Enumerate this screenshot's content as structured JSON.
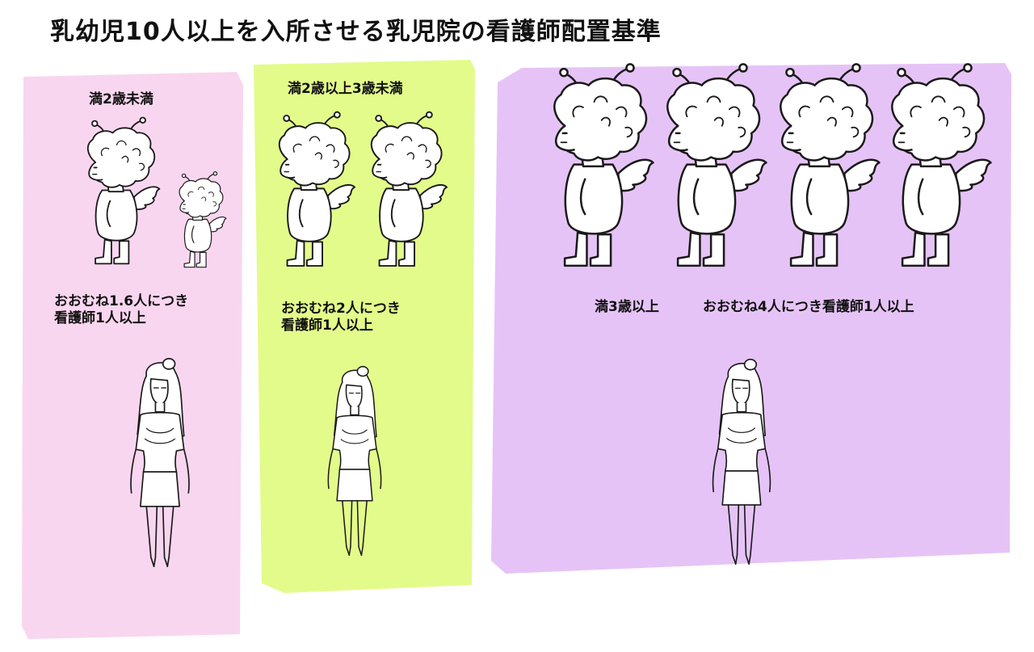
{
  "title": "乳幼児10人以上を入所させる乳児院の看護師配置基準",
  "colors": {
    "pink": "#f9d6ef",
    "lime": "#e3fb8a",
    "lavender": "#e6c3f6",
    "ink": "#1a1a1a"
  },
  "panels": [
    {
      "age": "満2歳未満",
      "ratio_line1": "おおむね1.6人につき",
      "ratio_line2": "看護師1人以上"
    },
    {
      "age": "満2歳以上3歳未満",
      "ratio_line1": "おおむね2人につき",
      "ratio_line2": "看護師1人以上"
    },
    {
      "age": "満3歳以上",
      "ratio_text": "おおむね4人につき看護師1人以上"
    }
  ],
  "icons": {
    "child": "cupid-child-icon",
    "nurse": "nurse-woman-icon"
  }
}
